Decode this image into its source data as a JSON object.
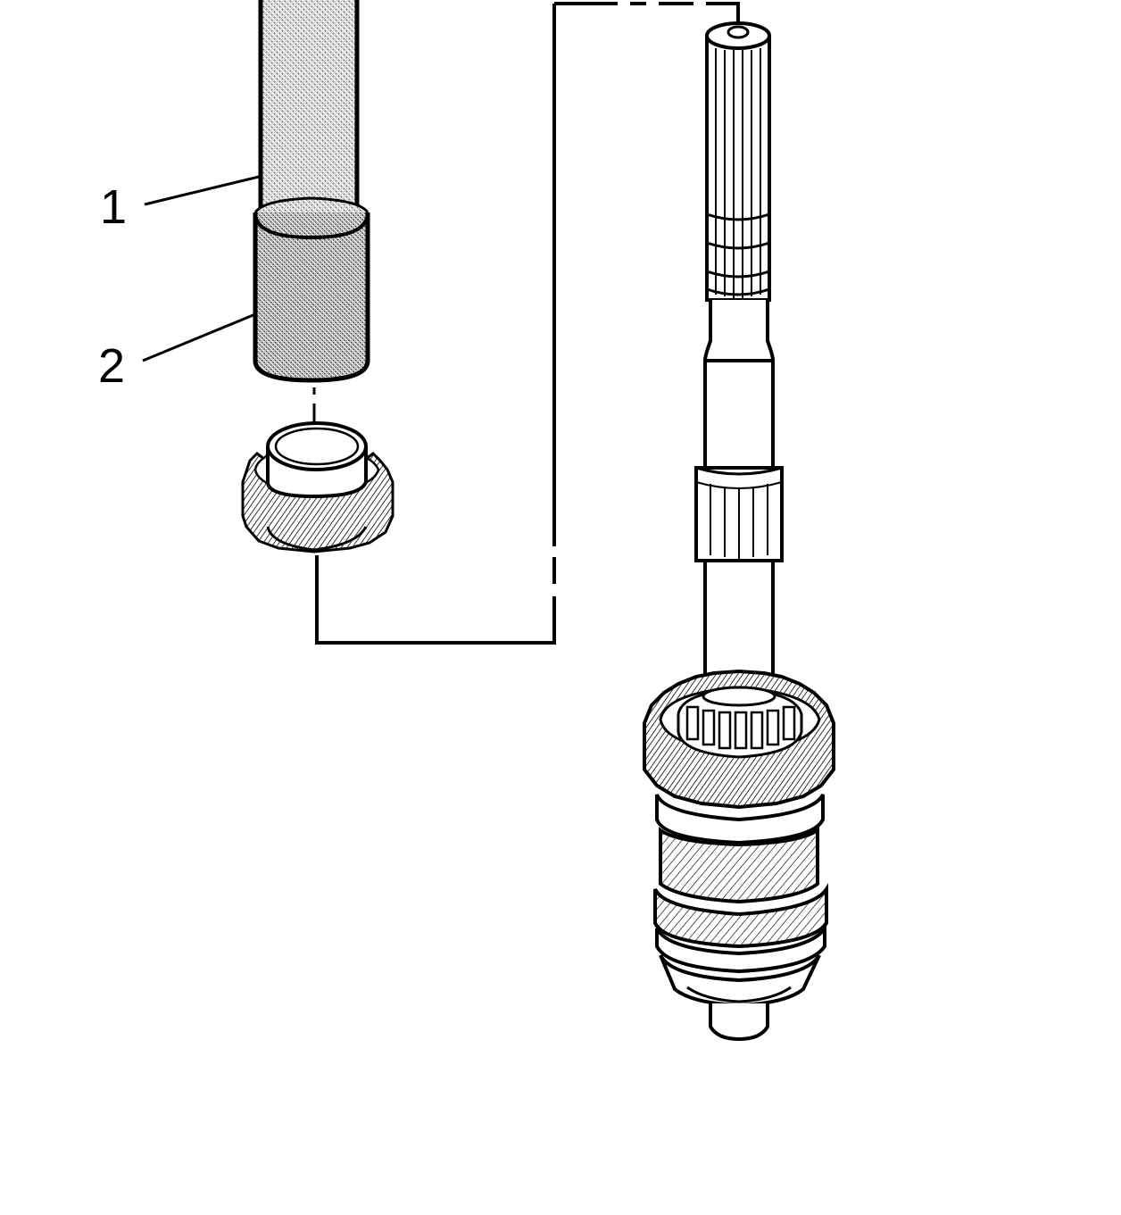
{
  "callouts": [
    {
      "number": "1"
    },
    {
      "number": "2"
    }
  ],
  "colors": {
    "ink": "#000000",
    "paper": "#ffffff",
    "tool_fill": "#c8c8c8"
  },
  "icons": [
    "installer-tool-shaft",
    "installer-sleeve",
    "gear-with-bushing",
    "transmission-mainshaft"
  ]
}
